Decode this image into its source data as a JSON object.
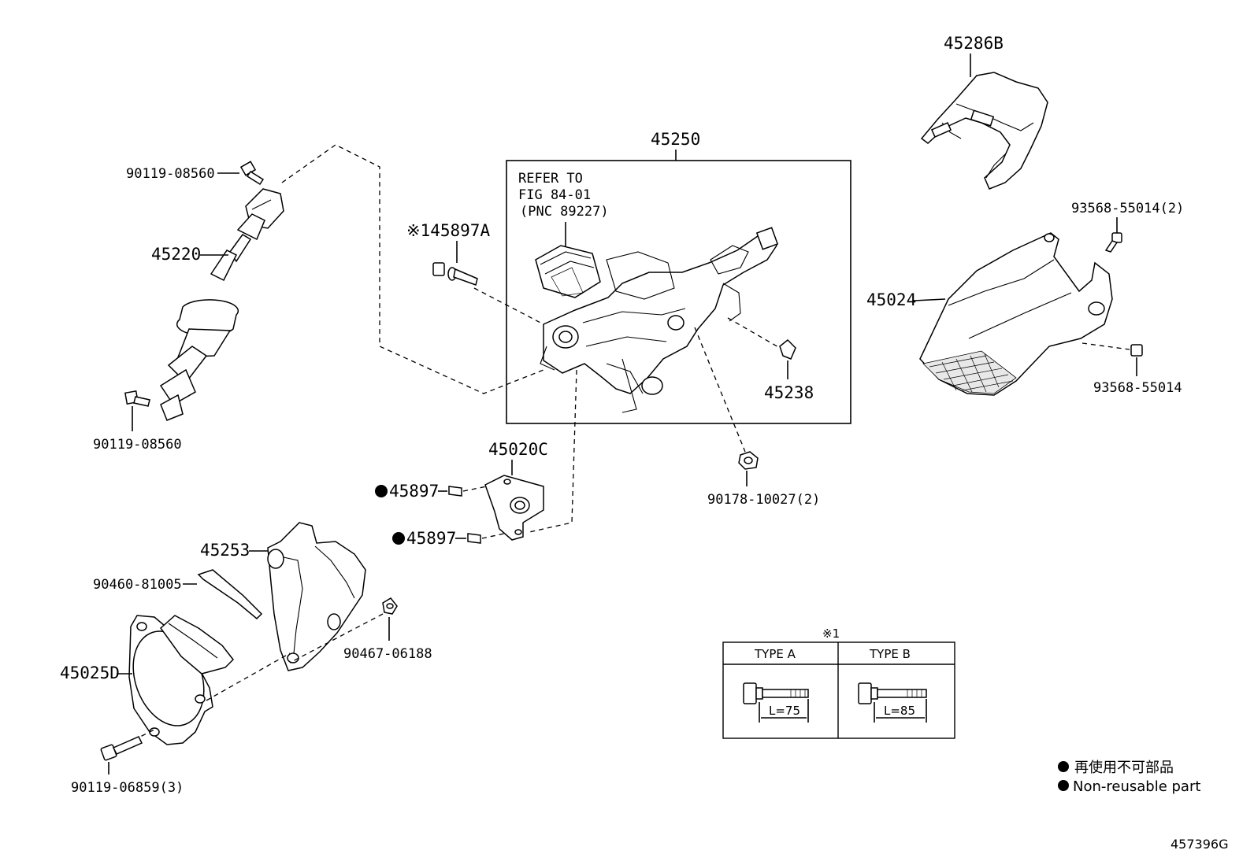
{
  "labels": {
    "p45286b": "45286B",
    "p45250": "45250",
    "refer1": "REFER TO",
    "refer2": "FIG 84-01",
    "refer3": "(PNC 89227)",
    "p90119a": "90119-08560",
    "p45220": "45220",
    "p90119b": "90119-08560",
    "p45897a": "※145897A",
    "p93568a": "93568-55014(2)",
    "p45024": "45024",
    "p93568b": "93568-55014",
    "p45238": "45238",
    "p45020c": "45020C",
    "p45897_1": "45897",
    "p45897_2": "45897",
    "p90178": "90178-10027(2)",
    "p45253": "45253",
    "p90460": "90460-81005",
    "p90467": "90467-06188",
    "p45025d": "45025D",
    "p90119c": "90119-06859(3)"
  },
  "type_table": {
    "note": "※1",
    "type_a": "TYPE A",
    "type_b": "TYPE B",
    "len_a": "L=75",
    "len_b": "L=85"
  },
  "legend": {
    "jp": "再使用不可部品",
    "en": "Non-reusable part"
  },
  "figure_id": "457396G"
}
